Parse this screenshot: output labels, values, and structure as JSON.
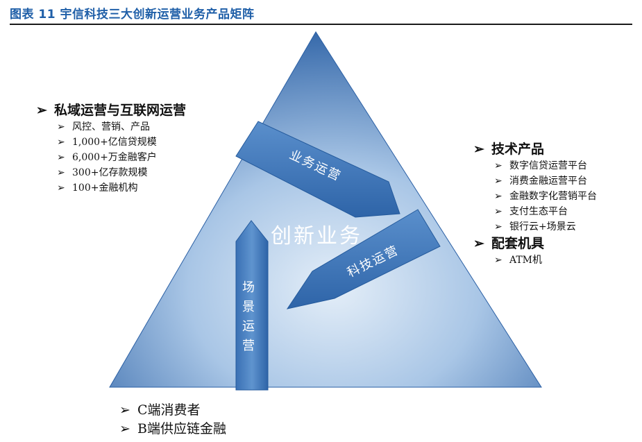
{
  "title": "图表 11 宇信科技三大创新运营业务产品矩阵",
  "marker": "➢",
  "center_label": "创新业务",
  "arrow_business": "业务运营",
  "arrow_tech": "科技运营",
  "arrow_scene": "场景运营",
  "left_list": {
    "head": "私域运营与互联网运营",
    "items": [
      "风控、营销、产品",
      "1,000+亿信贷规模",
      "6,000+万金融客户",
      "300+亿存款规模",
      "100+金融机构"
    ]
  },
  "right_list": {
    "head": "技术产品",
    "items": [
      "数字信贷运营平台",
      "消费金融运营平台",
      "金融数字化营销平台",
      "支付生态平台",
      "银行云+场景云"
    ],
    "head2": "配套机具",
    "items2": [
      "ATM机"
    ]
  },
  "bottom_list": {
    "items": [
      "C端消费者",
      "B端供应链金融"
    ]
  },
  "colors": {
    "title": "#1f5fa8",
    "triangle_light": "#cde0f3",
    "triangle_dark": "#2a5fa4",
    "arrow": "#3b74b8"
  }
}
